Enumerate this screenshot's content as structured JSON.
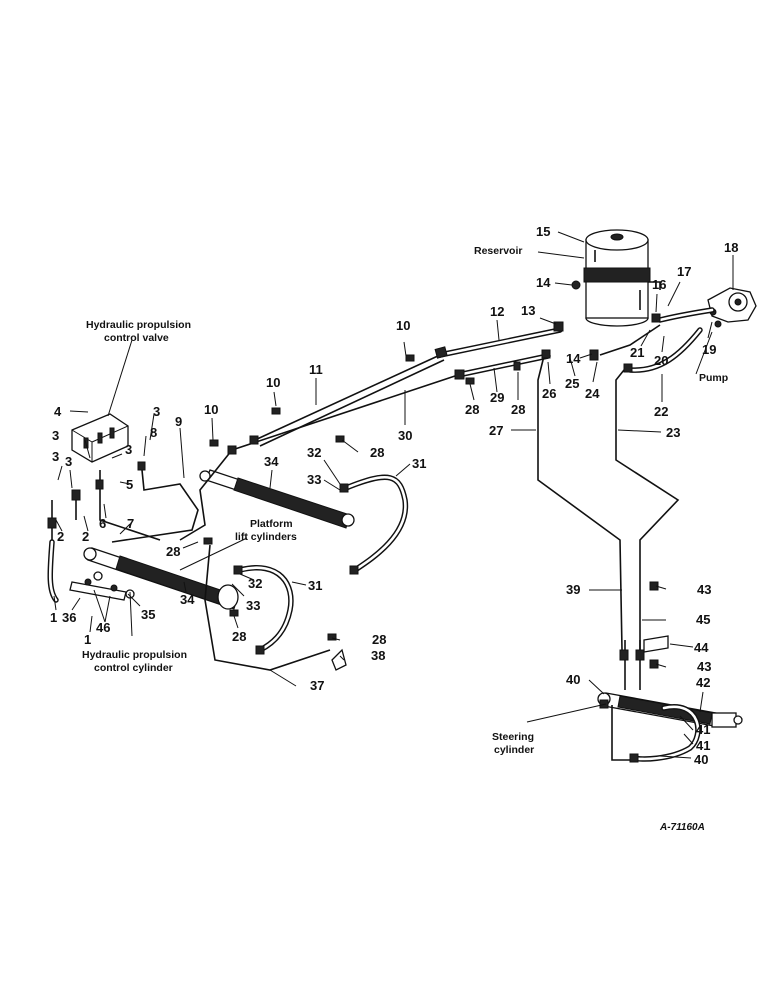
{
  "captions": {
    "reservoir": "Reservoir",
    "pump": "Pump",
    "control_valve_line1": "Hydraulic propulsion",
    "control_valve_line2": "control valve",
    "platform_line1": "Platform",
    "platform_line2": "lift cylinders",
    "control_cyl_line1": "Hydraulic propulsion",
    "control_cyl_line2": "control cylinder",
    "steering_line1": "Steering",
    "steering_line2": "cylinder",
    "drawing_ref": "A-71160A"
  },
  "callouts": [
    "15",
    "18",
    "14",
    "17",
    "16",
    "12",
    "13",
    "10",
    "21",
    "19",
    "20",
    "14",
    "25",
    "24",
    "11",
    "10",
    "29",
    "28",
    "28",
    "26",
    "22",
    "10",
    "30",
    "27",
    "23",
    "4",
    "3",
    "9",
    "28",
    "3",
    "8",
    "3",
    "3",
    "3",
    "32",
    "34",
    "31",
    "5",
    "33",
    "2",
    "2",
    "6",
    "7",
    "28",
    "32",
    "31",
    "43",
    "39",
    "45",
    "33",
    "36",
    "35",
    "1",
    "46",
    "1",
    "28",
    "34",
    "28",
    "38",
    "44",
    "37",
    "43",
    "42",
    "40",
    "41",
    "41",
    "40"
  ]
}
